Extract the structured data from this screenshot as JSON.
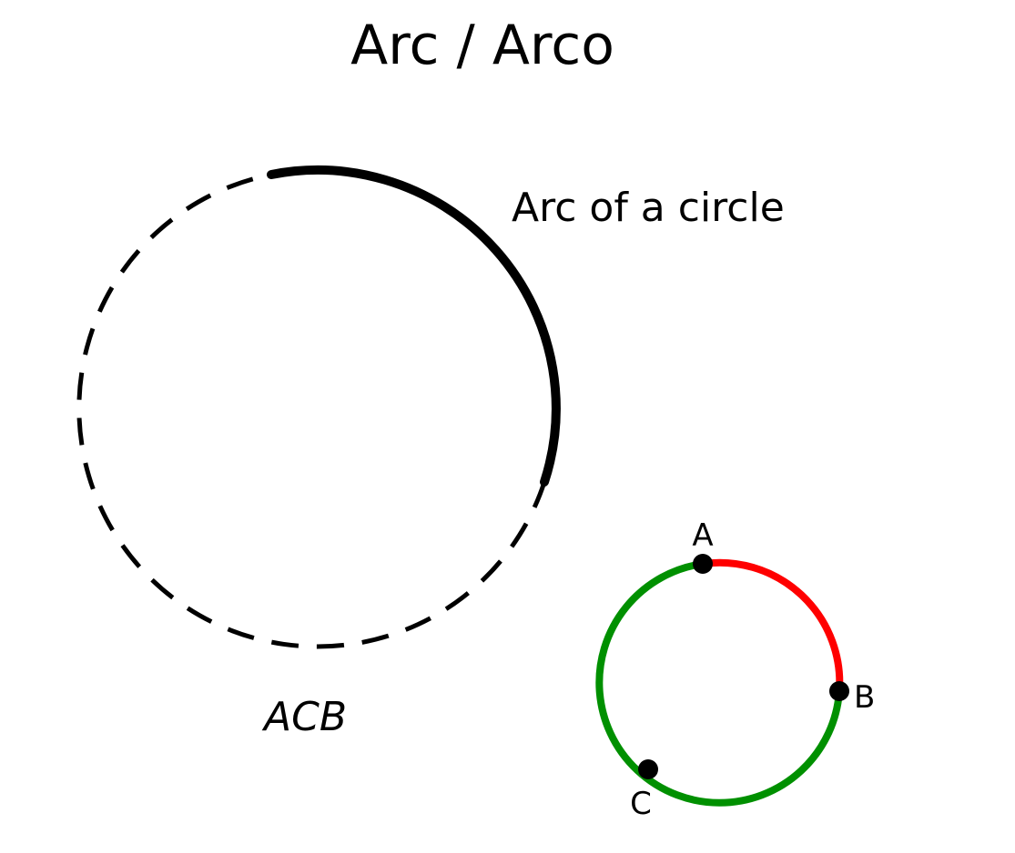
{
  "title": "Arc / Arco",
  "large_circle": {
    "caption": "Arc of a circle",
    "notation": "ACB",
    "arc_color": "#000000",
    "rest_color": "#000000"
  },
  "small_circle": {
    "minor_arc_color": "#ff0000",
    "major_arc_color": "#009000",
    "point_color": "#000000",
    "points": [
      {
        "label": "A"
      },
      {
        "label": "B"
      },
      {
        "label": "C"
      }
    ]
  }
}
